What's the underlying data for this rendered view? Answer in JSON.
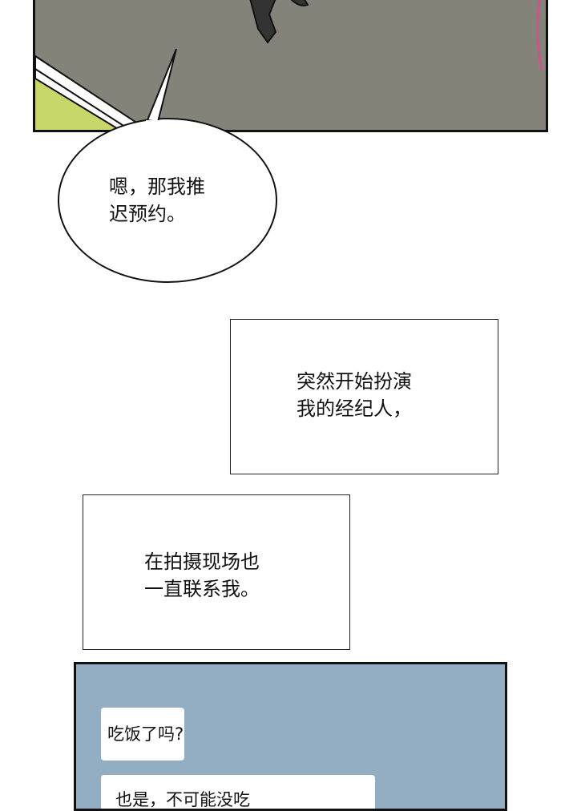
{
  "speech_bubble": {
    "text": "嗯，那我推\n迟预约。"
  },
  "caption_boxes": [
    {
      "text": "突然开始扮演\n我的经纪人，"
    },
    {
      "text": "在拍摄现场也\n一直联系我。"
    }
  ],
  "chat": {
    "messages": [
      {
        "text": "吃饭了吗?"
      },
      {
        "text": "也是，不可能没吃"
      }
    ]
  },
  "colors": {
    "panel_gray": "#838379",
    "chat_bg": "#93adc2",
    "grass": "#c8d66a"
  }
}
